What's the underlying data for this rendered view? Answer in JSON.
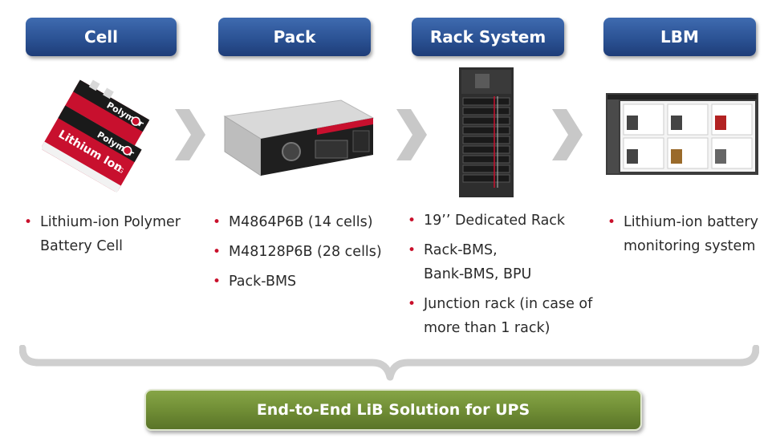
{
  "stages": [
    {
      "title": "Cell",
      "image_icon": "polymer-battery-cell-icon",
      "bullets": [
        "Lithium-ion Polymer Battery Cell"
      ],
      "cell_labels": [
        "Polymer",
        "Lithium Ion",
        "LG"
      ]
    },
    {
      "title": "Pack",
      "image_icon": "battery-pack-icon",
      "bullets": [
        "M4864P6B (14 cells)",
        "M48128P6B (28 cells)",
        "Pack-BMS"
      ]
    },
    {
      "title": "Rack System",
      "image_icon": "battery-rack-icon",
      "bullets": [
        "19’’ Dedicated Rack",
        "Rack-BMS, Bank-BMS, BPU",
        "Junction rack (in case of more than 1 rack)"
      ]
    },
    {
      "title": "LBM",
      "image_icon": "monitoring-screen-icon",
      "bullets": [
        "Lithium-ion battery monitoring  system"
      ]
    }
  ],
  "footer": {
    "label": "End-to-End LiB Solution for UPS"
  },
  "colors": {
    "header_blue": "#2b5294",
    "footer_green": "#6e8b34",
    "bullet_red": "#c9102b",
    "chevron_gray": "#c8c8c8"
  }
}
